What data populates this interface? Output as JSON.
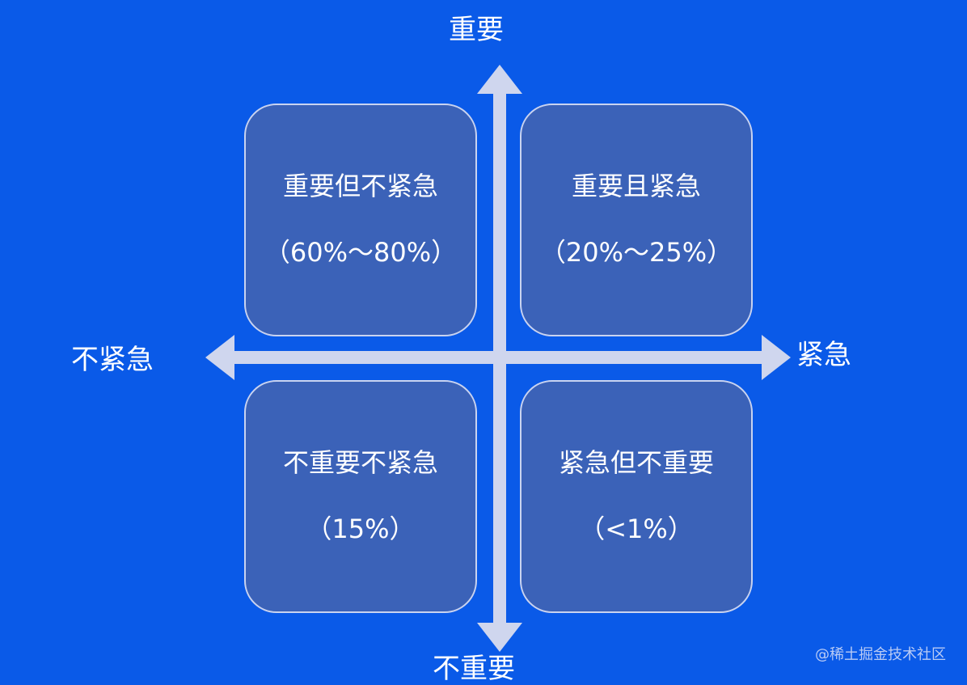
{
  "axes": {
    "top": "重要",
    "bottom": "不重要",
    "left": "不紧急",
    "right": "紧急"
  },
  "quadrants": {
    "top_left": {
      "title": "重要但不紧急",
      "value": "（60%～80%）"
    },
    "top_right": {
      "title": "重要且紧急",
      "value": "（20%～25%）"
    },
    "bottom_left": {
      "title": "不重要不紧急",
      "value": "（15%）"
    },
    "bottom_right": {
      "title": "紧急但不重要",
      "value": "（<1%）"
    }
  },
  "watermark": "@稀土掘金技术社区",
  "colors": {
    "background": "#0a5ae8",
    "quadrant_fill": "#3b62b8",
    "quadrant_border": "#c9d3f0",
    "axis": "#cfd6ee"
  }
}
